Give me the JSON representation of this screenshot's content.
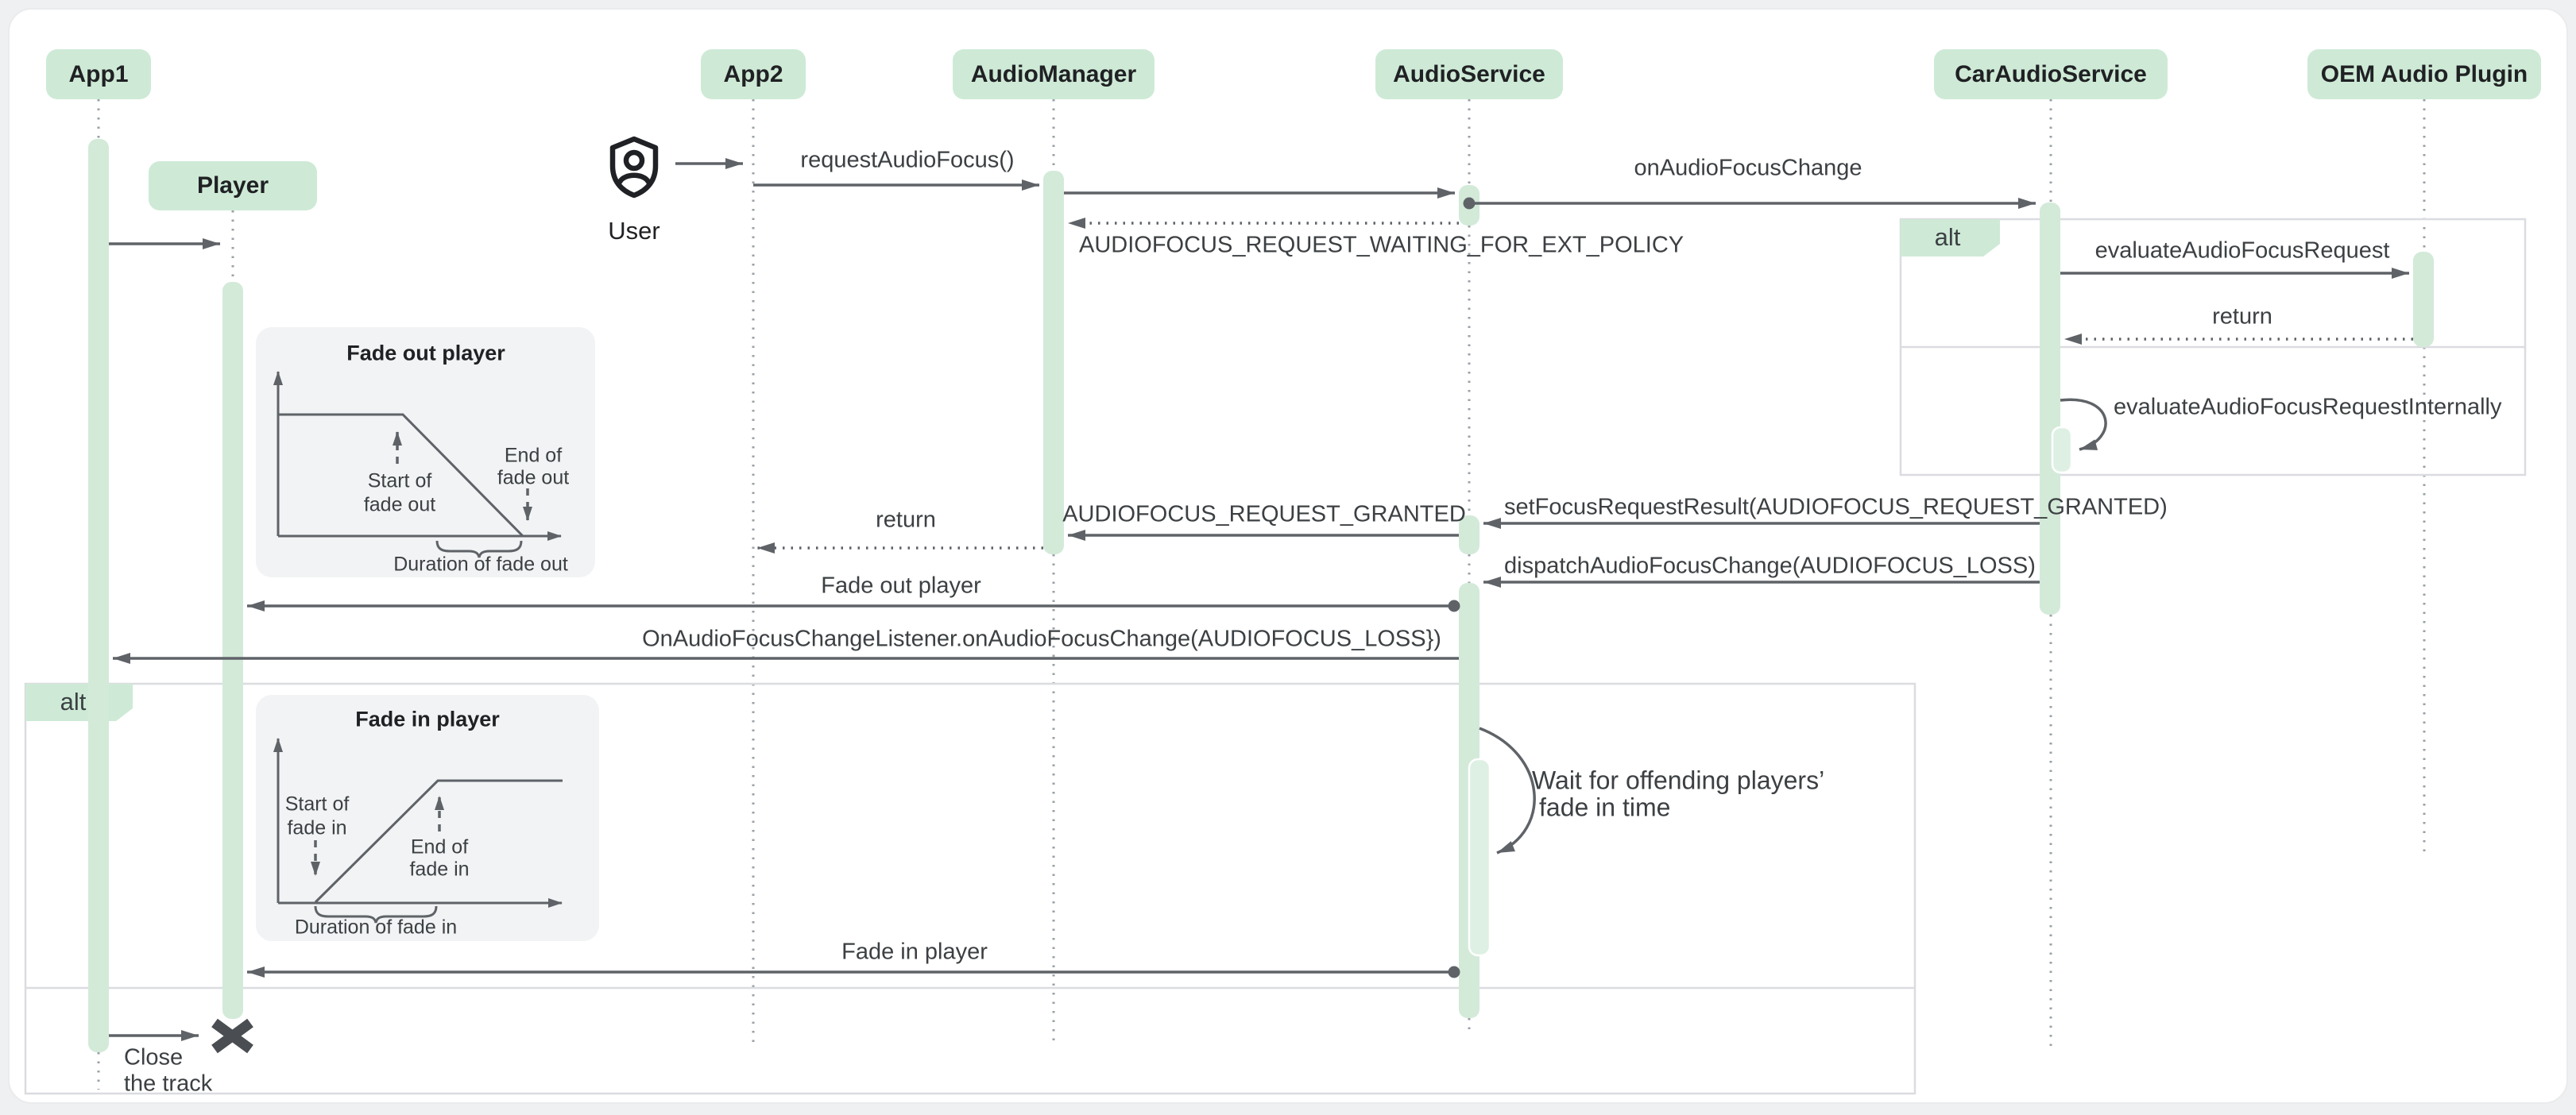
{
  "diagram_title": "Audio focus sequence diagram",
  "colors": {
    "participant_fill": "#ceead6",
    "activation_fill": "#d3ead9",
    "nested_activation_fill": "#def0e3",
    "frame_border": "#dadce0",
    "arrow": "#5f6368",
    "lifeline": "#9aa0a6",
    "text_primary": "#202124",
    "text_secondary": "#3c4043",
    "panel_bg": "#f1f3f4",
    "page_bg": "#eef0f1",
    "card_bg": "#ffffff"
  },
  "participants": [
    {
      "name": "App1"
    },
    {
      "name": "Player"
    },
    {
      "name": "App2"
    },
    {
      "name": "AudioManager"
    },
    {
      "name": "AudioService"
    },
    {
      "name": "CarAudioService"
    },
    {
      "name": "OEM Audio Plugin"
    }
  ],
  "actor": {
    "label": "User",
    "icon": "shield-person-icon"
  },
  "frames": {
    "alt_left": "alt",
    "alt_right": "alt"
  },
  "messages": {
    "request_audio_focus": "requestAudioFocus()",
    "on_audio_focus_change": "onAudioFocusChange",
    "waiting_ext_policy": "AUDIOFOCUS_REQUEST_WAITING_FOR_EXT_POLICY",
    "evaluate_request": "evaluateAudioFocusRequest",
    "return_right": "return",
    "evaluate_internally": "evaluateAudioFocusRequestInternally",
    "set_focus_result": "setFocusRequestResult(AUDIOFOCUS_REQUEST_GRANTED)",
    "request_granted": "AUDIOFOCUS_REQUEST_GRANTED",
    "return_left": "return",
    "dispatch_change": "dispatchAudioFocusChange(AUDIOFOCUS_LOSS)",
    "fade_out_player": "Fade out player",
    "on_focus_loss": "OnAudioFocusChangeListener.onAudioFocusChange(AUDIOFOCUS_LOSS})",
    "wait_note_line1": "Wait for offending players’",
    "wait_note_line2": "fade in time",
    "fade_in_player": "Fade in player",
    "close_note_line1": "Close",
    "close_note_line2": "the track"
  },
  "insets": {
    "fade_out": {
      "title": "Fade out player",
      "start_line1": "Start of",
      "start_line2": "fade out",
      "end_line1": "End of",
      "end_line2": "fade out",
      "duration": "Duration of fade out"
    },
    "fade_in": {
      "title": "Fade in player",
      "start_line1": "Start of",
      "start_line2": "fade in",
      "end_line1": "End of",
      "end_line2": "fade in",
      "duration": "Duration of fade in"
    }
  }
}
